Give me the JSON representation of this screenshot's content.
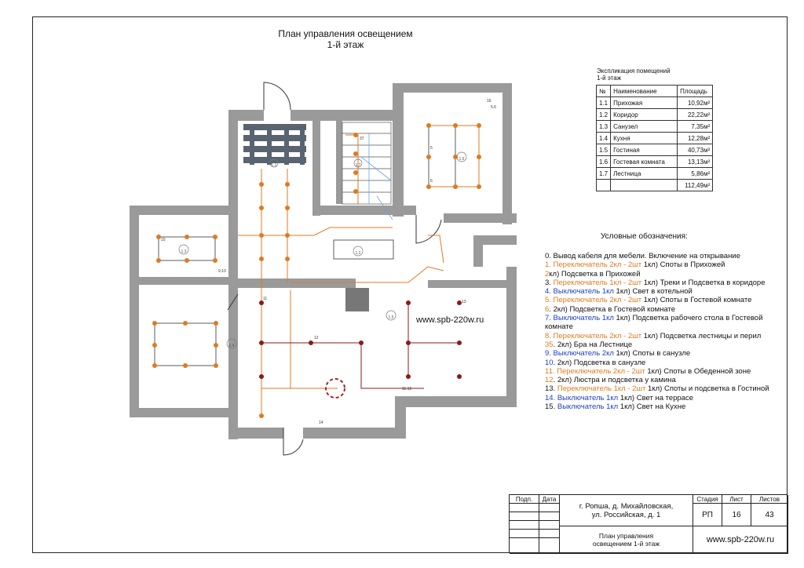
{
  "title": {
    "line1": "План управления освещением",
    "line2": "1-й этаж"
  },
  "explication": {
    "heading1": "Экспликация помещений",
    "heading2": "1-й этаж",
    "col_no": "№",
    "col_name": "Наименование",
    "col_area": "Площадь",
    "rows": [
      {
        "no": "1.1",
        "name": "Прихожая",
        "area": "10,92м²"
      },
      {
        "no": "1.2",
        "name": "Коридор",
        "area": "22,22м²"
      },
      {
        "no": "1.3",
        "name": "Санузел",
        "area": "7,35м²"
      },
      {
        "no": "1.4",
        "name": "Кухня",
        "area": "12,28м²"
      },
      {
        "no": "1.5",
        "name": "Гостиная",
        "area": "40,73м²"
      },
      {
        "no": "1.6",
        "name": "Гостевая комната",
        "area": "13,13м²"
      },
      {
        "no": "1.7",
        "name": "Лестница",
        "area": "5,86м²"
      }
    ],
    "total": "112,49м²"
  },
  "legend": {
    "title": "Условные обозначения:",
    "items": [
      [
        {
          "t": "0. Вывод кабеля для мебели. Включение на открывание",
          "c": "k"
        }
      ],
      [
        {
          "t": "1. Переключатель 2кл - 2шт",
          "c": "o"
        },
        {
          "t": "  1кл) Споты в Прихожей",
          "c": "k"
        }
      ],
      [
        {
          "t": "2",
          "c": "o"
        },
        {
          "t": "кл) Подсветка в Прихожей",
          "c": "k"
        }
      ],
      [
        {
          "t": "3. ",
          "c": "k"
        },
        {
          "t": "Переключатель 1кл - 2шт",
          "c": "o"
        },
        {
          "t": " 1кл) Треки и Подсветка в коридоре",
          "c": "k"
        }
      ],
      [
        {
          "t": "4. Выключатель 1кл",
          "c": "b"
        },
        {
          "t": " 1кл) Свет в котельной",
          "c": "k"
        }
      ],
      [
        {
          "t": "5. Переключатель 2кл - 2шт",
          "c": "o"
        },
        {
          "t": " 1кл) Споты в Гостевой комнате",
          "c": "k"
        }
      ],
      [
        {
          "t": "6",
          "c": "o"
        },
        {
          "t": ". 2кл) Подсветка в Гостевой комнате",
          "c": "k"
        }
      ],
      [
        {
          "t": "7. Выключатель 1кл",
          "c": "b"
        },
        {
          "t": " 1кл) Подсветка рабочего стола в Гостевой комнате",
          "c": "k"
        }
      ],
      [
        {
          "t": "8. Переключатель 2кл - 2шт",
          "c": "o"
        },
        {
          "t": " 1кл) Подсветка лестницы и перил",
          "c": "k"
        }
      ],
      [
        {
          "t": "35",
          "c": "o"
        },
        {
          "t": ". 2кл) Бра на Лестнице",
          "c": "k"
        }
      ],
      [
        {
          "t": "9. Выключатель 2кл",
          "c": "b"
        },
        {
          "t": " 1кл) Споты в санузле",
          "c": "k"
        }
      ],
      [
        {
          "t": "10",
          "c": "b"
        },
        {
          "t": ". 2кл) Подсветка в санузле",
          "c": "k"
        }
      ],
      [
        {
          "t": "11. Переключатель 2кл - 2шт",
          "c": "o"
        },
        {
          "t": " 1кл) Споты в Обеденной зоне",
          "c": "k"
        }
      ],
      [
        {
          "t": "12",
          "c": "o"
        },
        {
          "t": ". 2кл) Люстра и подсветка у камина",
          "c": "k"
        }
      ],
      [
        {
          "t": "13. ",
          "c": "k"
        },
        {
          "t": "Переключатель 1кл - 2шт",
          "c": "o"
        },
        {
          "t": " 1кл) Споты и подсветка в Гостиной",
          "c": "k"
        }
      ],
      [
        {
          "t": "14. Выключатель 1кл",
          "c": "b"
        },
        {
          "t": " 1кл) Свет на террасе",
          "c": "k"
        }
      ],
      [
        {
          "t": "15. ",
          "c": "k"
        },
        {
          "t": "Выключатель 1кл",
          "c": "b"
        },
        {
          "t": " 1кл) Свет на Кухне",
          "c": "k"
        }
      ]
    ]
  },
  "website": "www.spb-220w.ru",
  "stamp": {
    "podp": "Подп.",
    "data": "Дата",
    "address": "г. Ропша, д. Михайловская, ул. Российская, д. 1",
    "stage_label": "Стадия",
    "sheet_label": "Лист",
    "sheets_label": "Листов",
    "stage": "РП",
    "sheet": "16",
    "sheets": "43",
    "drawing_title": "План управления освещением 1-й этаж",
    "website": "www.spb-220w.ru"
  },
  "plan_labels": {
    "room_ids": [
      "1.1",
      "1.2",
      "1.3",
      "1.4",
      "1.5",
      "1.6",
      "1.7"
    ],
    "markers": [
      "10",
      "9.10",
      "11",
      "13",
      "12",
      "14",
      "5",
      "6",
      "37",
      "11.12",
      "5.6",
      "16"
    ]
  },
  "colors": {
    "wall": "#9a9a9a",
    "orange": "#e07a1f",
    "darkred": "#8b1a1a",
    "blue": "#1f3fbf"
  }
}
